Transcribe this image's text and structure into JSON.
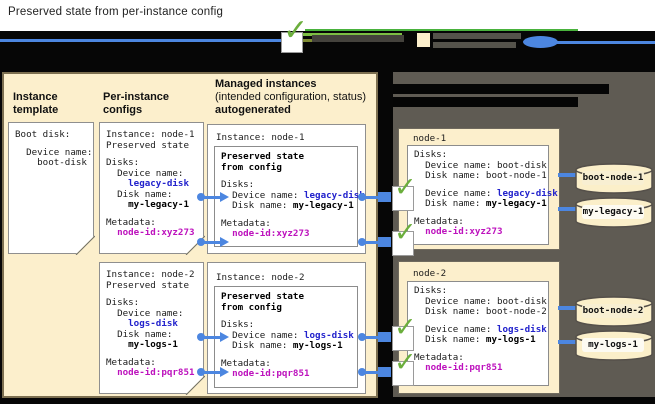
{
  "title": "Preserved state from per-instance config",
  "icons": {
    "check": "✓"
  },
  "colors": {
    "panel_beige": "#FCEFCC",
    "dark_panel_gray": "#5F5B53",
    "connector_blue": "#4C86E0",
    "value_blue": "#2222CC",
    "value_magenta": "#BD12BD",
    "check_green": "#6BAE3C"
  },
  "columns": {
    "template": {
      "h1": "Instance",
      "h2": "template"
    },
    "per_instance": {
      "h1": "Per-instance",
      "h2": "configs"
    },
    "managed": {
      "h1": "Managed instances",
      "h2": "(intended configuration, status)",
      "h3": "autogenerated"
    }
  },
  "cards": {
    "template": {
      "lines": [
        {
          "s": [
            [
              "Boot disk:",
              "p"
            ]
          ]
        },
        {
          "gap": true
        },
        {
          "s": [
            [
              "  Device name:",
              "p"
            ]
          ]
        },
        {
          "s": [
            [
              "    boot-disk",
              "p"
            ]
          ]
        }
      ]
    },
    "config1": {
      "lines": [
        {
          "s": [
            [
              "Instance: node-1",
              "p"
            ]
          ]
        },
        {
          "s": [
            [
              "Preserved state",
              "p"
            ]
          ]
        },
        {
          "gap": true
        },
        {
          "s": [
            [
              "Disks:",
              "p"
            ]
          ]
        },
        {
          "s": [
            [
              "  Device name:",
              "p"
            ]
          ]
        },
        {
          "s": [
            [
              "    ",
              "p"
            ],
            [
              "legacy-disk",
              "b"
            ]
          ]
        },
        {
          "s": [
            [
              "  Disk name:",
              "p"
            ]
          ]
        },
        {
          "s": [
            [
              "    ",
              "p"
            ],
            [
              "my-legacy-1",
              "k"
            ]
          ]
        },
        {
          "gap": true
        },
        {
          "s": [
            [
              "Metadata:",
              "p"
            ]
          ]
        },
        {
          "s": [
            [
              "  ",
              "p"
            ],
            [
              "node-id:xyz273",
              "m"
            ]
          ]
        }
      ]
    },
    "config2": {
      "lines": [
        {
          "s": [
            [
              "Instance: node-2",
              "p"
            ]
          ]
        },
        {
          "s": [
            [
              "Preserved state",
              "p"
            ]
          ]
        },
        {
          "gap": true
        },
        {
          "s": [
            [
              "Disks:",
              "p"
            ]
          ]
        },
        {
          "s": [
            [
              "  Device name:",
              "p"
            ]
          ]
        },
        {
          "s": [
            [
              "    ",
              "p"
            ],
            [
              "logs-disk",
              "b"
            ]
          ]
        },
        {
          "s": [
            [
              "  Disk name:",
              "p"
            ]
          ]
        },
        {
          "s": [
            [
              "    ",
              "p"
            ],
            [
              "my-logs-1",
              "k"
            ]
          ]
        },
        {
          "gap": true
        },
        {
          "s": [
            [
              "Metadata:",
              "p"
            ]
          ]
        },
        {
          "s": [
            [
              "  ",
              "p"
            ],
            [
              "node-id:pqr851",
              "m"
            ]
          ]
        }
      ]
    },
    "managed1": {
      "title": "Instance: node-1",
      "lines": [
        {
          "s": [
            [
              "Preserved state",
              "k"
            ]
          ]
        },
        {
          "s": [
            [
              "from config",
              "k"
            ]
          ]
        },
        {
          "gap": true
        },
        {
          "s": [
            [
              "Disks:",
              "p"
            ]
          ]
        },
        {
          "s": [
            [
              "  Device name: ",
              "p"
            ],
            [
              "legacy-disk",
              "b"
            ]
          ]
        },
        {
          "s": [
            [
              "  Disk name: ",
              "p"
            ],
            [
              "my-legacy-1",
              "k"
            ]
          ]
        },
        {
          "gap": true
        },
        {
          "s": [
            [
              "Metadata:",
              "p"
            ]
          ]
        },
        {
          "s": [
            [
              "  ",
              "p"
            ],
            [
              "node-id:xyz273",
              "m"
            ]
          ]
        }
      ]
    },
    "managed2": {
      "title": "Instance: node-2",
      "lines": [
        {
          "s": [
            [
              "Preserved state",
              "k"
            ]
          ]
        },
        {
          "s": [
            [
              "from config",
              "k"
            ]
          ]
        },
        {
          "gap": true
        },
        {
          "s": [
            [
              "Disks:",
              "p"
            ]
          ]
        },
        {
          "s": [
            [
              "  Device name: ",
              "p"
            ],
            [
              "logs-disk",
              "b"
            ]
          ]
        },
        {
          "s": [
            [
              "  Disk name: ",
              "p"
            ],
            [
              "my-logs-1",
              "k"
            ]
          ]
        },
        {
          "gap": true
        },
        {
          "s": [
            [
              "Metadata:",
              "p"
            ]
          ]
        },
        {
          "s": [
            [
              "  ",
              "p"
            ],
            [
              "node-id:pqr851",
              "m"
            ]
          ]
        }
      ]
    },
    "vm1": {
      "title": "node-1",
      "lines": [
        {
          "s": [
            [
              "Disks:",
              "p"
            ]
          ]
        },
        {
          "s": [
            [
              "  Device name: boot-disk",
              "p"
            ]
          ]
        },
        {
          "s": [
            [
              "  Disk name: boot-node-1",
              "p"
            ]
          ]
        },
        {
          "gap": true
        },
        {
          "s": [
            [
              "  Device name: ",
              "p"
            ],
            [
              "legacy-disk",
              "b"
            ]
          ]
        },
        {
          "s": [
            [
              "  Disk name: ",
              "p"
            ],
            [
              "my-legacy-1",
              "k"
            ]
          ]
        },
        {
          "gap": true
        },
        {
          "s": [
            [
              "Metadata:",
              "p"
            ]
          ]
        },
        {
          "s": [
            [
              "  ",
              "p"
            ],
            [
              "node-id:xyz273",
              "m"
            ]
          ]
        }
      ]
    },
    "vm2": {
      "title": "node-2",
      "lines": [
        {
          "s": [
            [
              "Disks:",
              "p"
            ]
          ]
        },
        {
          "s": [
            [
              "  Device name: boot-disk",
              "p"
            ]
          ]
        },
        {
          "s": [
            [
              "  Disk name: boot-node-2",
              "p"
            ]
          ]
        },
        {
          "gap": true
        },
        {
          "s": [
            [
              "  Device name: ",
              "p"
            ],
            [
              "logs-disk",
              "b"
            ]
          ]
        },
        {
          "s": [
            [
              "  Disk name: ",
              "p"
            ],
            [
              "my-logs-1",
              "k"
            ]
          ]
        },
        {
          "gap": true
        },
        {
          "s": [
            [
              "Metadata:",
              "p"
            ]
          ]
        },
        {
          "s": [
            [
              "  ",
              "p"
            ],
            [
              "node-id:pqr851",
              "m"
            ]
          ]
        }
      ]
    }
  },
  "disks": {
    "d1": "boot-node-1",
    "d2": "my-legacy-1",
    "d3": "boot-node-2",
    "d4": "my-logs-1"
  }
}
